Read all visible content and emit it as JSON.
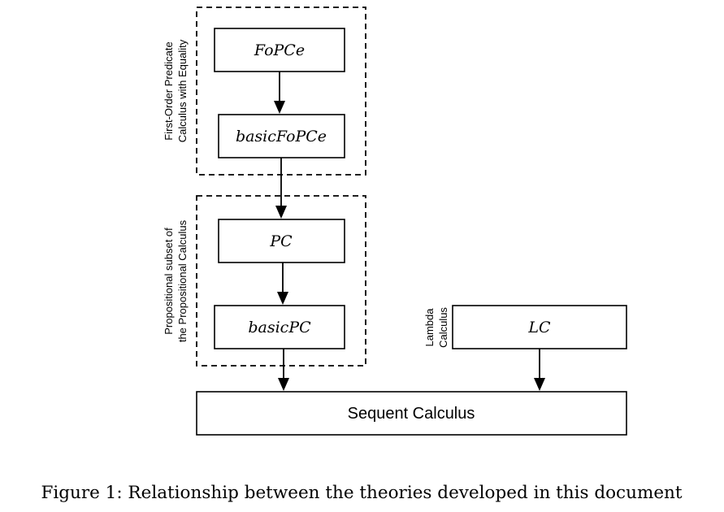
{
  "diagram": {
    "groups": {
      "fopce_group": {
        "label_lines": [
          "First-Order Predicate",
          "Calculus with Equality"
        ]
      },
      "pc_group": {
        "label_lines": [
          "Propositional subset of",
          "the Propositional Calculus"
        ]
      },
      "lc_group": {
        "label_lines": [
          "Lambda",
          "Calculus"
        ]
      }
    },
    "nodes": {
      "fopce": "FoPCe",
      "basic_fopce": "basicFoPCe",
      "pc": "PC",
      "basic_pc": "basicPC",
      "lc": "LC",
      "sequent": "Sequent Calculus"
    },
    "edges": [
      {
        "from": "FoPCe",
        "to": "basicFoPCe"
      },
      {
        "from": "basicFoPCe",
        "to": "PC"
      },
      {
        "from": "PC",
        "to": "basicPC"
      },
      {
        "from": "basicPC",
        "to": "Sequent Calculus"
      },
      {
        "from": "LC",
        "to": "Sequent Calculus"
      }
    ]
  },
  "caption": "Figure 1: Relationship between the theories developed in this document"
}
